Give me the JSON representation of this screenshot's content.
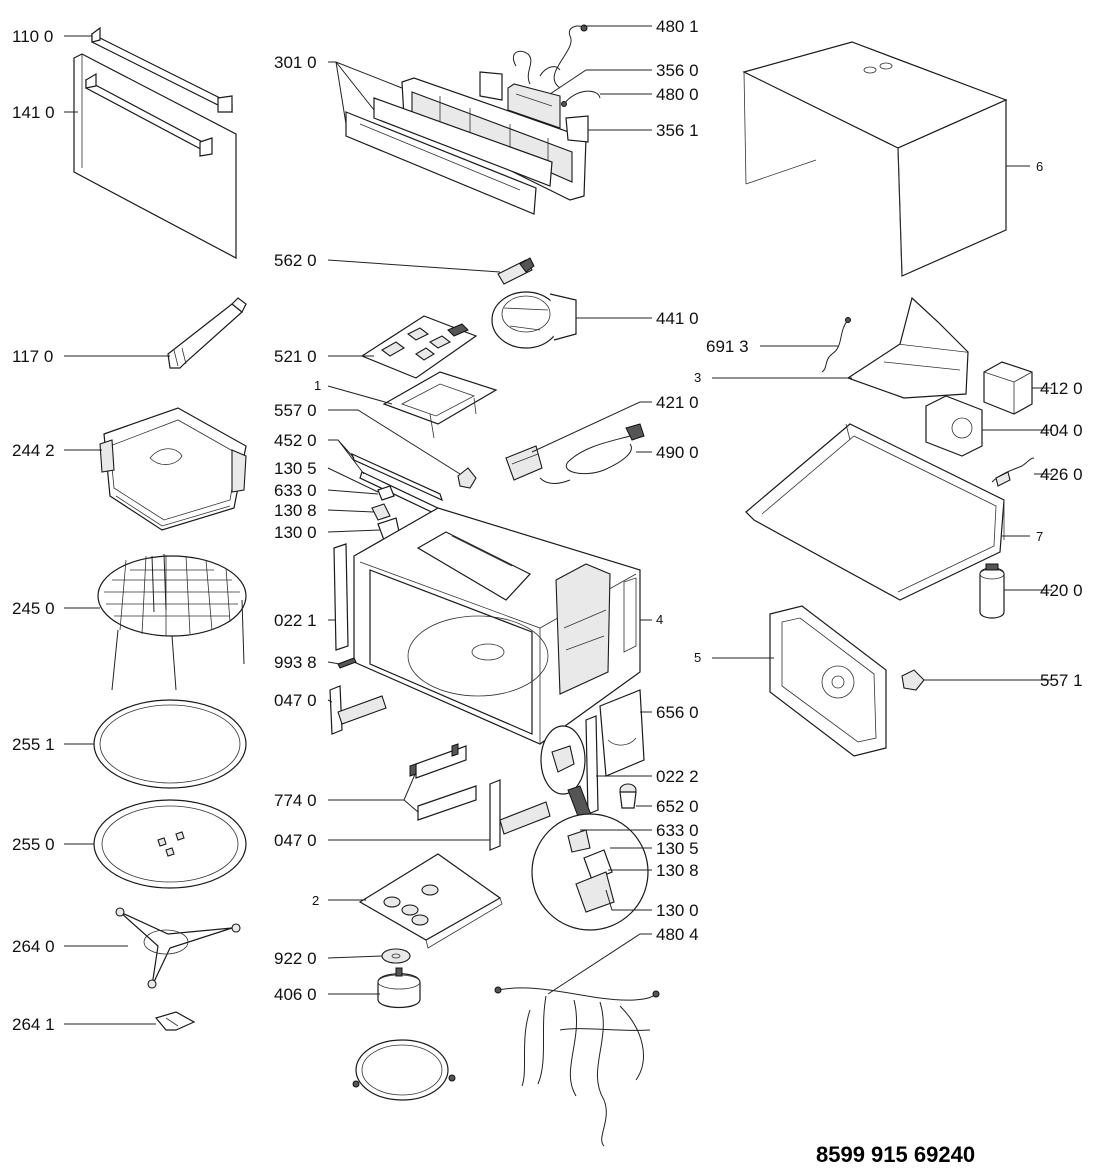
{
  "document_code": "8599 915 69240",
  "labels": {
    "l110_0": "110 0",
    "l141_0": "141 0",
    "l117_0": "117 0",
    "l244_2": "244 2",
    "l245_0": "245 0",
    "l255_1": "255 1",
    "l255_0": "255 0",
    "l264_0": "264 0",
    "l264_1": "264 1",
    "l301_0": "301 0",
    "l562_0": "562 0",
    "l521_0": "521 0",
    "l1": "1",
    "l557_0": "557 0",
    "l452_0": "452 0",
    "l130_5a": "130 5",
    "l633_0a": "633 0",
    "l130_8a": "130 8",
    "l130_0a": "130 0",
    "l022_1": "022 1",
    "l993_8": "993 8",
    "l047_0a": "047 0",
    "l774_0": "774 0",
    "l047_0b": "047 0",
    "l2": "2",
    "l922_0": "922 0",
    "l406_0": "406 0",
    "l480_1": "480 1",
    "l356_0": "356 0",
    "l480_0": "480 0",
    "l356_1": "356 1",
    "l441_0": "441 0",
    "l421_0": "421 0",
    "l490_0": "490 0",
    "l4": "4",
    "l656_0": "656 0",
    "l022_2": "022 2",
    "l652_0": "652 0",
    "l633_0b": "633 0",
    "l130_5b": "130 5",
    "l130_8b": "130 8",
    "l130_0b": "130 0",
    "l480_4": "480 4",
    "l6": "6",
    "l691_3": "691 3",
    "l3": "3",
    "l412_0": "412 0",
    "l404_0": "404 0",
    "l426_0": "426 0",
    "l7": "7",
    "l420_0": "420 0",
    "l5": "5",
    "l557_1": "557 1"
  },
  "colors": {
    "line": "#222222",
    "part_fill": "#ffffff",
    "part_shade": "#e9e9e9"
  }
}
